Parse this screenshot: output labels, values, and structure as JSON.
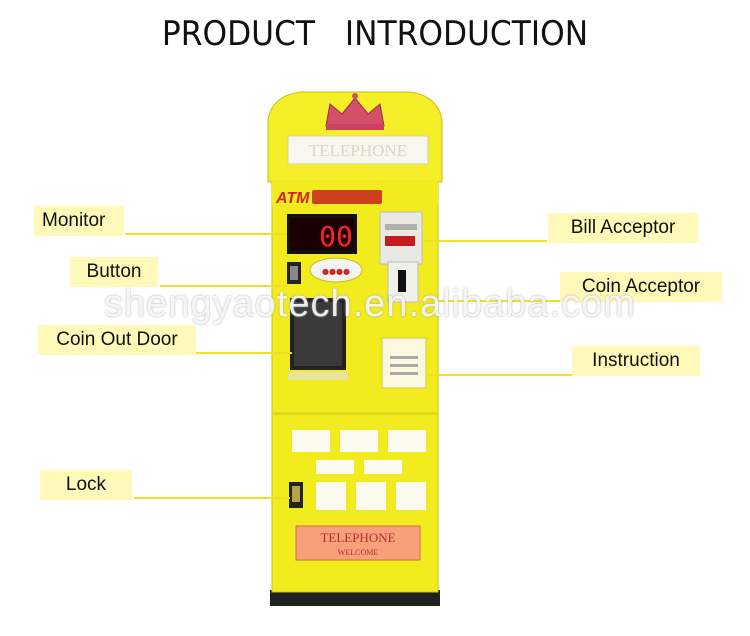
{
  "title": "PRODUCT   INTRODUCTION",
  "labels": {
    "monitor": "Monitor",
    "button": "Button",
    "coin_out_door": "Coin Out Door",
    "lock": "Lock",
    "bill_acceptor": "Bill Acceptor",
    "coin_acceptor": "Coin Acceptor",
    "instruction": "Instruction"
  },
  "machine": {
    "top_sign": "TELEPHONE",
    "brand": "ATM",
    "display_digits": "00",
    "bottom_sign": "TELEPHONE",
    "bottom_sub": "WELCOME"
  },
  "watermark": "shengyaotech.en.alibaba.com",
  "colors": {
    "machine_yellow": "#f2ec1e",
    "label_bg": "#fff8b8",
    "leader_line": "#f3de2a"
  }
}
